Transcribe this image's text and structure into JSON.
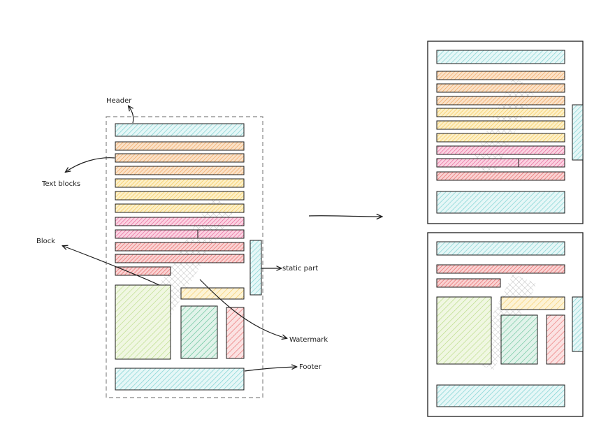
{
  "labels": {
    "header": "Header",
    "text_blocks": "Text blocks",
    "block": "Block",
    "static_part": "static part",
    "watermark": "Watermark",
    "footer": "Footer"
  },
  "colors": {
    "header_footer": "#7fd3d3",
    "orange": "#f0a560",
    "yellow": "#f5c85a",
    "pink": "#e8689b",
    "red": "#e86a6a",
    "green": "#a9d46a",
    "teal_green": "#5cbf93",
    "stroke": "#1e1e1e",
    "dashed_border": "#888888",
    "watermark": "#9a9a9a"
  }
}
